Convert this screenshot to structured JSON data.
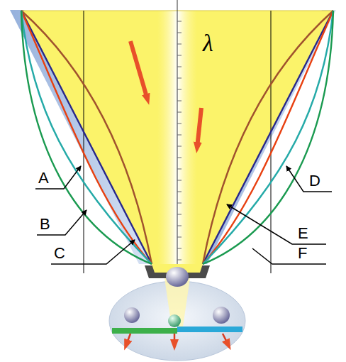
{
  "diagram": {
    "labels": [
      "λ",
      "A",
      "B",
      "C",
      "D",
      "E",
      "F"
    ]
  }
}
